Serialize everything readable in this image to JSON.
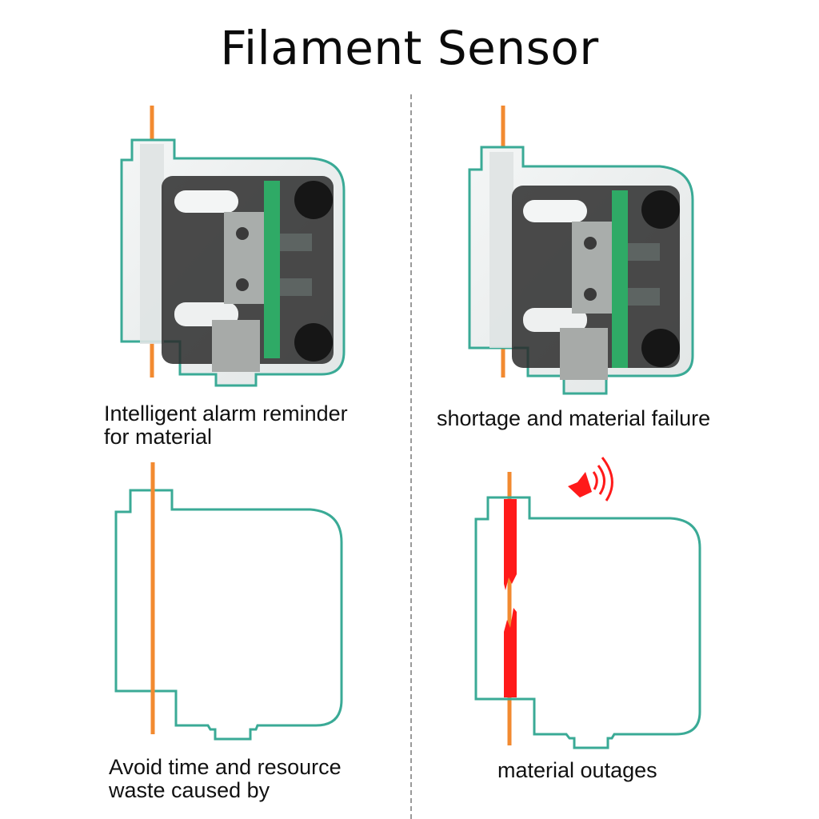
{
  "title": "Filament Sensor",
  "colors": {
    "outline": "#3aaa96",
    "filament": "#f28a30",
    "alarm_red": "#ff1a1a",
    "pcb_green": "#2faa66",
    "divider": "#9a9a9a"
  },
  "panels": [
    {
      "id": "top-left",
      "caption": [
        "Intelligent alarm reminder",
        "for material"
      ],
      "state": "filament-present",
      "style": "rendered"
    },
    {
      "id": "top-right",
      "caption": [
        "shortage and material failure"
      ],
      "state": "filament-present",
      "style": "rendered"
    },
    {
      "id": "bottom-left",
      "caption": [
        "Avoid time and resource",
        "waste caused by"
      ],
      "state": "filament-normal",
      "style": "outline"
    },
    {
      "id": "bottom-right",
      "caption": [
        "material outages"
      ],
      "state": "filament-broken-alarm",
      "style": "outline",
      "icon": "speaker-alarm-icon"
    }
  ]
}
